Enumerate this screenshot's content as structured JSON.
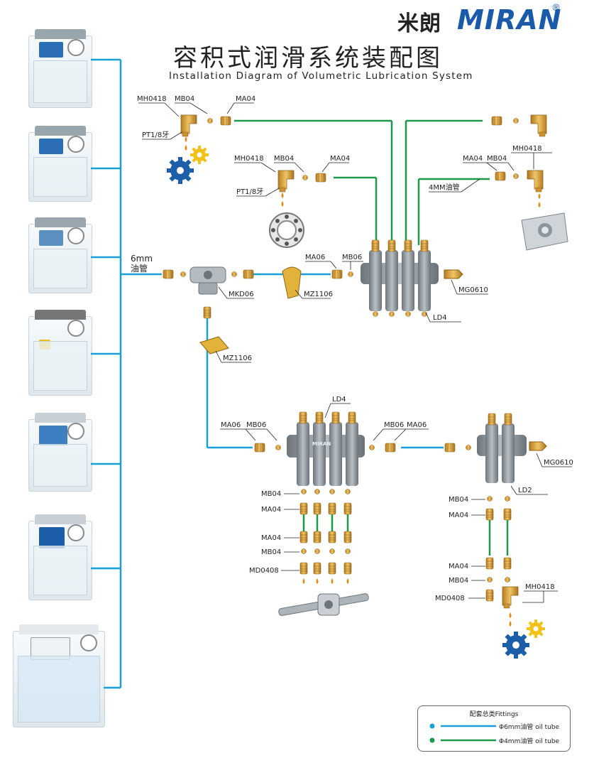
{
  "brand": {
    "cn": "米朗",
    "en": "MIRAN",
    "reg": "®"
  },
  "title": {
    "cn": "容积式润滑系统装配图",
    "en": "Installation Diagram of Volumetric Lubrication System"
  },
  "tube_main": {
    "line1": "6mm",
    "line2": "油管"
  },
  "labels": {
    "mh0418_a": "MH0418",
    "mb04_a": "MB04",
    "ma04_a": "MA04",
    "pt_a": "PT1/8牙",
    "mh0418_b": "MH0418",
    "mb04_b": "MB04",
    "ma04_b": "MA04",
    "pt_b": "PT1/8牙",
    "ma04_c": "MA04",
    "mb04_c": "MB04",
    "mh0418_c": "MH0418",
    "tube4": "4MM油管",
    "ma06_a": "MA06",
    "mb06_a": "MB06",
    "mkd06": "MKD06",
    "mz1106_a": "MZ1106",
    "mg0610_a": "MG0610",
    "ld4_a": "LD4",
    "mz1106_b": "MZ1106",
    "ld4_b": "LD4",
    "ma06_b": "MA06",
    "mb06_b": "MB06",
    "mb06_c": "MB06",
    "ma06_c": "MA06",
    "mb04_d": "MB04",
    "ma04_d": "MA04",
    "ma04_e": "MA04",
    "mb04_e": "MB04",
    "md0408_a": "MD0408",
    "mg0610_b": "MG0610",
    "ld2": "LD2",
    "mb04_f": "MB04",
    "ma04_f": "MA04",
    "ma04_g": "MA04",
    "mb04_g": "MB04",
    "md0408_b": "MD0408",
    "mh0418_d": "MH0418",
    "block_text": "MIRAN"
  },
  "legend": {
    "title": "配套总类Fittings",
    "row1": "Φ6mm油管  oil tube",
    "row2": "Φ4mm油管  oil tube",
    "color6": "#1aa0d8",
    "color4": "#1a9a4a"
  },
  "colors": {
    "tube6": "#1aa0d8",
    "tube4": "#1a9a4a",
    "brass": "#d9a441",
    "block": "#8d959c",
    "gear_blue": "#1c5fa8",
    "gear_yellow": "#f2c21a",
    "oil": "#e08a10"
  }
}
